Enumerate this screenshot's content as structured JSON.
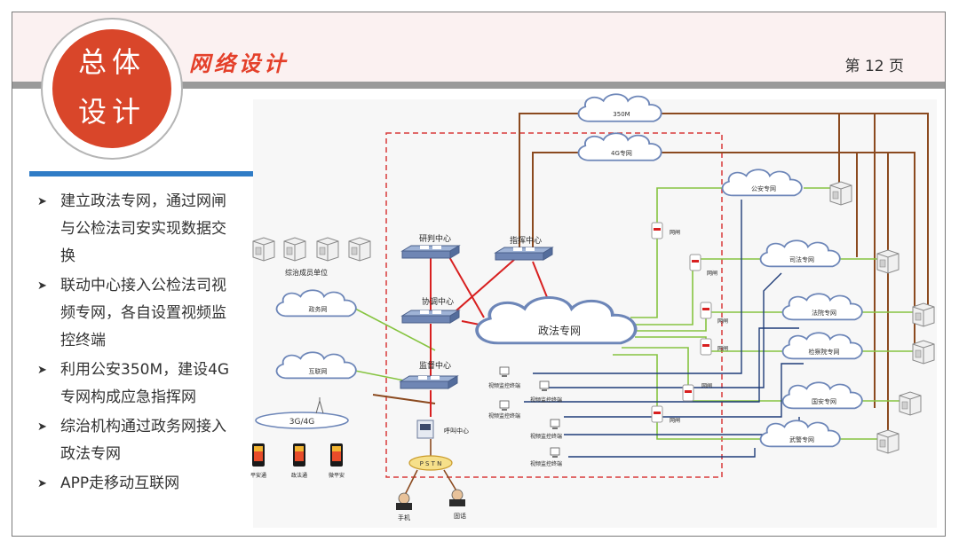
{
  "header": {
    "circle_line1": "总体",
    "circle_line2": "设计",
    "section_title": "网络设计",
    "page_number": "第 12 页"
  },
  "bullets": [
    {
      "lines": [
        "建立政法专网，通过网闸",
        "与公检法司安实现数据交",
        "换"
      ]
    },
    {
      "lines": [
        "联动中心接入公检法司视",
        "频专网，各自设置视频监",
        "控终端"
      ]
    },
    {
      "lines": [
        "利用公安350M，建设4G",
        "专网构成应急指挥网"
      ]
    },
    {
      "lines": [
        "综治机构通过政务网接入",
        "政法专网"
      ]
    },
    {
      "lines": [
        "APP走移动互联网"
      ]
    }
  ],
  "diagram": {
    "clouds": {
      "c350m": "350M",
      "c4g": "4G专网",
      "gongan": "公安专网",
      "sifa": "司法专网",
      "fayuan": "法院专网",
      "jianchayuan": "检察院专网",
      "guoan": "国安专网",
      "wujing": "武警专网",
      "zhengfa": "政法专网",
      "zhengwu": "政务网",
      "hulian": "互联网",
      "g34": "3G/4G",
      "pstn": "P S T N"
    },
    "switches": {
      "yanpan": "研判中心",
      "zhihui": "指挥中心",
      "xietiao": "协调中心",
      "jiandu": "监督中心"
    },
    "labels": {
      "zongzhi": "综治成员单位",
      "hujiao": "呼叫中心",
      "shouji": "手机",
      "guhua": "固话",
      "wangzha": "网闸",
      "monitor": "视频监控终端",
      "app1": "平安通",
      "app2": "政法通",
      "app3": "微平安"
    },
    "colors": {
      "brown": "#8b4a1f",
      "green": "#86c440",
      "navy": "#1f3c78",
      "red": "#d82020",
      "frame_dash": "#d83a3a"
    }
  }
}
